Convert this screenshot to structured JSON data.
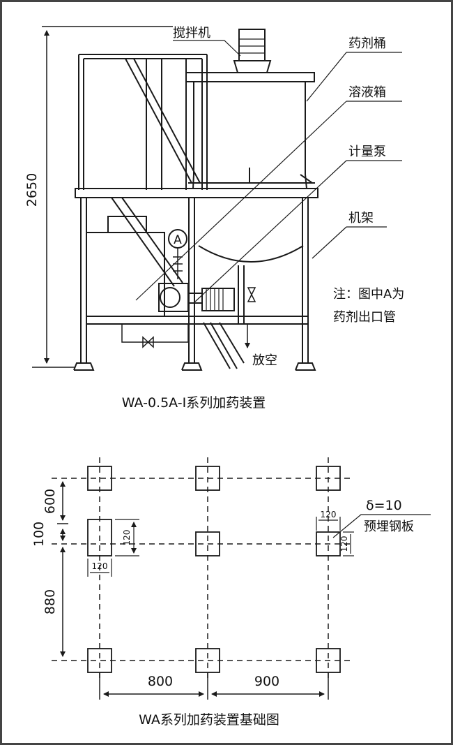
{
  "upper": {
    "labels": {
      "mixer": "搅拌机",
      "drum": "药剂桶",
      "tank": "溶液箱",
      "pump": "计量泵",
      "frame": "机架",
      "vent": "放空",
      "outlet_marker": "A"
    },
    "note_line1": "注：图中A为",
    "note_line2": "药剂出口管",
    "height_dim": "2650",
    "caption": "WA-0.5A-I系列加药装置"
  },
  "lower": {
    "dims": {
      "top_gap": "600",
      "mid_gap": "100",
      "lower_gap": "880",
      "left_span": "800",
      "right_span": "900",
      "plate_w": "120",
      "plate_h": "120",
      "plate_w_right": "120",
      "plate_h_right": "120"
    },
    "plate_spec": "δ=10",
    "plate_name": "预埋钢板",
    "caption": "WA系列加药装置基础图"
  },
  "colors": {
    "line": "#1a1a1a",
    "border": "#444444",
    "background": "#ffffff"
  }
}
